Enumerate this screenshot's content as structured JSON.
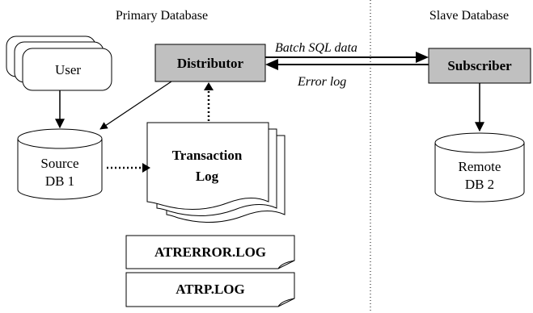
{
  "sections": {
    "primary_title": "Primary Database",
    "slave_title": "Slave Database"
  },
  "nodes": {
    "user": "User",
    "distributor": "Distributor",
    "subscriber": "Subscriber",
    "source_db": {
      "line1": "Source",
      "line2": "DB 1"
    },
    "remote_db": {
      "line1": "Remote",
      "line2": "DB 2"
    },
    "transaction_log": {
      "line1": "Transaction",
      "line2": "Log"
    },
    "atr_error_log": "ATRERROR.LOG",
    "atrp_log": "ATRP.LOG"
  },
  "edges": {
    "batch_label": "Batch SQL data",
    "error_label": "Error log"
  },
  "colors": {
    "box_fill": "#c0c0c0",
    "line": "#000000",
    "background": "#ffffff"
  }
}
